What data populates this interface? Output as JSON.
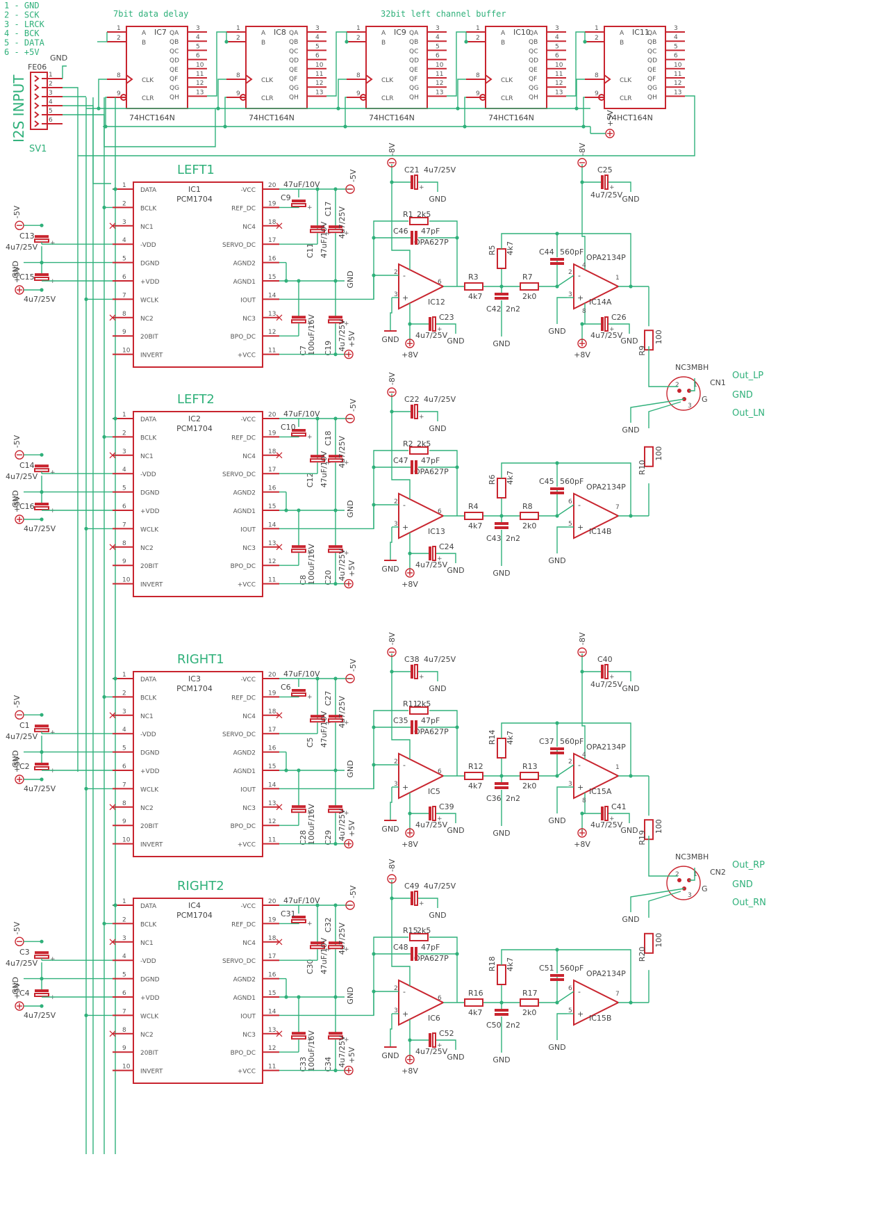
{
  "legend": [
    "1 - GND",
    "2 - SCK",
    "3 - LRCK",
    "4 - BCK",
    "5 - DATA",
    "6 - +5V"
  ],
  "headings": {
    "delay": "7bit data delay",
    "buffer": "32bit left channel buffer",
    "input": "I2S INPUT",
    "sv": "SV1",
    "fe": "FE06"
  },
  "shift_registers": [
    {
      "ref": "IC7",
      "part": "74HCT164N"
    },
    {
      "ref": "IC8",
      "part": "74HCT164N"
    },
    {
      "ref": "IC9",
      "part": "74HCT164N"
    },
    {
      "ref": "IC10",
      "part": "74HCT164N"
    },
    {
      "ref": "IC11",
      "part": "74HCT164N"
    }
  ],
  "sr_pins_left": [
    [
      "1",
      "A"
    ],
    [
      "2",
      "B"
    ],
    [
      "8",
      "CLK"
    ],
    [
      "9",
      "CLR"
    ]
  ],
  "sr_pins_right": [
    [
      "3",
      "QA"
    ],
    [
      "4",
      "QB"
    ],
    [
      "5",
      "QC"
    ],
    [
      "6",
      "QD"
    ],
    [
      "10",
      "QE"
    ],
    [
      "11",
      "QF"
    ],
    [
      "12",
      "QG"
    ],
    [
      "13",
      "QH"
    ]
  ],
  "dac_pins_left": [
    [
      "1",
      "DATA"
    ],
    [
      "2",
      "BCLK"
    ],
    [
      "3",
      "NC1"
    ],
    [
      "4",
      "-VDD"
    ],
    [
      "5",
      "DGND"
    ],
    [
      "6",
      "+VDD"
    ],
    [
      "7",
      "WCLK"
    ],
    [
      "8",
      "NC2"
    ],
    [
      "9",
      "20BIT"
    ],
    [
      "10",
      "INVERT"
    ]
  ],
  "dac_pins_right": [
    [
      "20",
      "-VCC"
    ],
    [
      "19",
      "REF_DC"
    ],
    [
      "18",
      "NC4"
    ],
    [
      "17",
      "SERVO_DC"
    ],
    [
      "16",
      "AGND2"
    ],
    [
      "15",
      "AGND1"
    ],
    [
      "14",
      "IOUT"
    ],
    [
      "13",
      "NC3"
    ],
    [
      "12",
      "BPO_DC"
    ],
    [
      "11",
      "+VCC"
    ]
  ],
  "channels": [
    {
      "title": "LEFT1",
      "dac": "IC1",
      "part": "PCM1704",
      "caps_in": [
        "C13",
        "C15"
      ],
      "c_ref": "C9",
      "c_r2": "C17",
      "c_servo": "C11",
      "c_bpo": "C7",
      "c_bpo2": "C19",
      "opa1": "IC12",
      "c_opa_top": "C21",
      "rf": "R1",
      "rf_val": "2k5",
      "cf": "C46",
      "cf_val": "47pF",
      "c_opa_bot": "C23",
      "r_a": "R3",
      "r_sh": "R5",
      "r_b": "R7",
      "c_filt": "C42",
      "c_fb": "C44",
      "opa2": "IC14A",
      "c_opa2_top": "C25",
      "c_opa2_bot": "C26",
      "r_out": "R9"
    },
    {
      "title": "LEFT2",
      "dac": "IC2",
      "part": "PCM1704",
      "caps_in": [
        "C14",
        "C16"
      ],
      "c_ref": "C10",
      "c_r2": "C18",
      "c_servo": "C12",
      "c_bpo": "C8",
      "c_bpo2": "C20",
      "opa1": "IC13",
      "c_opa_top": "C22",
      "rf": "R2",
      "rf_val": "2k5",
      "cf": "C47",
      "cf_val": "47pF",
      "c_opa_bot": "C24",
      "r_a": "R4",
      "r_sh": "R6",
      "r_b": "R8",
      "c_filt": "C43",
      "c_fb": "C45",
      "opa2": "IC14B",
      "c_opa2_top": "",
      "c_opa2_bot": "",
      "r_out": "R10"
    },
    {
      "title": "RIGHT1",
      "dac": "IC3",
      "part": "PCM1704",
      "caps_in": [
        "C1",
        "C2"
      ],
      "c_ref": "C6",
      "c_r2": "C27",
      "c_servo": "C5",
      "c_bpo": "C28",
      "c_bpo2": "C29",
      "opa1": "IC5",
      "c_opa_top": "C38",
      "rf": "R11",
      "rf_val": "2k5",
      "cf": "C35",
      "cf_val": "47pF",
      "c_opa_bot": "C39",
      "r_a": "R12",
      "r_sh": "R14",
      "r_b": "R13",
      "c_filt": "C36",
      "c_fb": "C37",
      "opa2": "IC15A",
      "c_opa2_top": "C40",
      "c_opa2_bot": "C41",
      "r_out": "R19"
    },
    {
      "title": "RIGHT2",
      "dac": "IC4",
      "part": "PCM1704",
      "caps_in": [
        "C3",
        "C4"
      ],
      "c_ref": "C31",
      "c_r2": "C32",
      "c_servo": "C30",
      "c_bpo": "C33",
      "c_bpo2": "C34",
      "opa1": "IC6",
      "c_opa_top": "C49",
      "rf": "R15",
      "rf_val": "2k5",
      "cf": "C48",
      "cf_val": "47pF",
      "c_opa_bot": "C52",
      "r_a": "R16",
      "r_sh": "R18",
      "r_b": "R17",
      "c_filt": "C50",
      "c_fb": "C51",
      "opa2": "IC15B",
      "c_opa2_top": "",
      "c_opa2_bot": "",
      "r_out": "R20"
    }
  ],
  "values": {
    "cap_small": "4u7/25V",
    "cap_ref": "47uF/10V",
    "cap_servo": "47uF/10V",
    "cap_bpo": "100uF/16V",
    "r_a": "4k7",
    "r_sh": "4k7",
    "r_b": "2k0",
    "c_filt": "2n2",
    "c_fb": "560pF",
    "r_out": "100",
    "opa1_part": "OPA627P",
    "opa2_part": "OPA2134P"
  },
  "rails": {
    "gnd": "GND",
    "p5": "+5V",
    "m5": "-5V",
    "p8": "+8V",
    "m8": "-8V"
  },
  "connectors": [
    {
      "ref": "CN1",
      "part": "NC3MBH",
      "labels": [
        "Out_LP",
        "GND",
        "Out_LN"
      ]
    },
    {
      "ref": "CN2",
      "part": "NC3MBH",
      "labels": [
        "Out_RP",
        "GND",
        "Out_RN"
      ]
    }
  ],
  "connector_pins": [
    "1",
    "2",
    "3",
    "G"
  ]
}
